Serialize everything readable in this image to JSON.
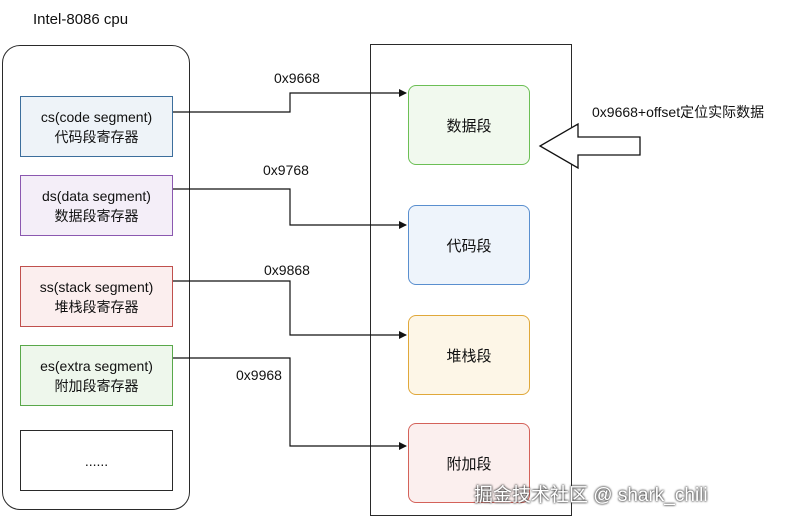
{
  "cpu": {
    "title": "Intel-8086 cpu",
    "registers": [
      {
        "name": "cs(code segment)",
        "desc": "代码段寄存器",
        "address": "0x9668"
      },
      {
        "name": "ds(data segment)",
        "desc": "数据段寄存器",
        "address": "0x9768"
      },
      {
        "name": "ss(stack segment)",
        "desc": "堆栈段寄存器",
        "address": "0x9868"
      },
      {
        "name": "es(extra segment)",
        "desc": "附加段寄存器",
        "address": "0x9968"
      }
    ],
    "more": "......"
  },
  "memory": {
    "segments": [
      "数据段",
      "代码段",
      "堆栈段",
      "附加段"
    ]
  },
  "offset_note": "0x9668+offset定位实际数据",
  "watermark": "掘金技术社区 @ shark_chili",
  "colors": {
    "cs": "#3c6e9c",
    "ds": "#8b58b0",
    "ss": "#c0504d",
    "es": "#59a84a",
    "seg_data": "#6cbf55",
    "seg_code": "#5a8fcf",
    "seg_stack": "#e0a83a",
    "seg_extra": "#d4625a"
  }
}
